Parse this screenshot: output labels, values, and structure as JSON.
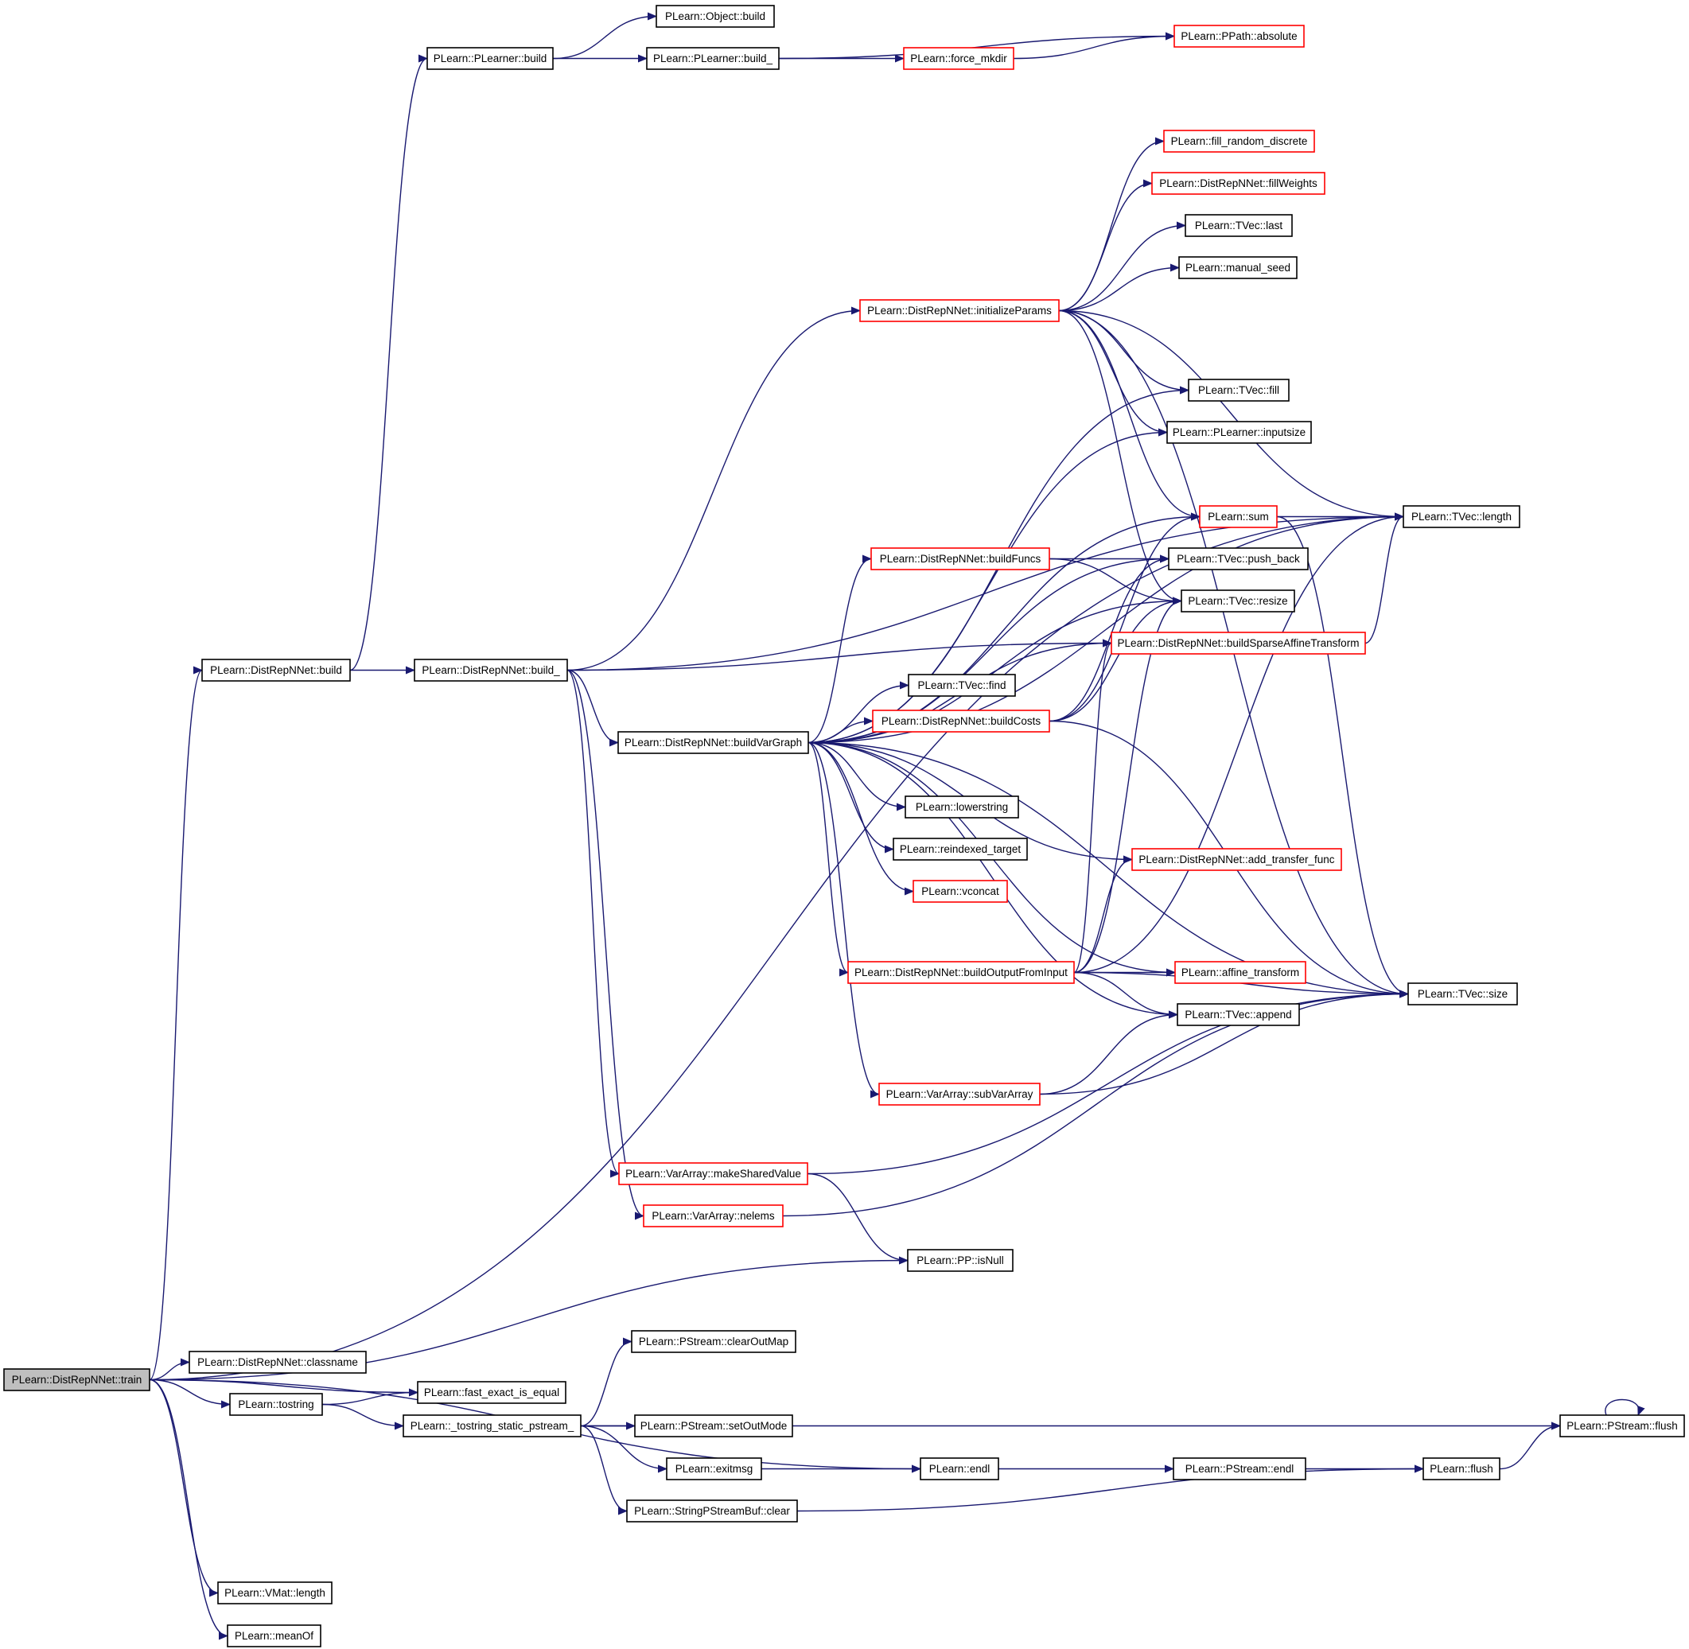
{
  "graph": {
    "edge_color": "#191970",
    "node_colors": {
      "normal_border": "#000000",
      "truncated_border": "#ff0000",
      "root_fill": "#bfbfbf"
    },
    "nodes": [
      {
        "id": "train",
        "label": "PLearn::DistRepNNet::train",
        "style": "root"
      },
      {
        "id": "dbuild",
        "label": "PLearn::DistRepNNet::build",
        "style": "normal"
      },
      {
        "id": "dbuild_",
        "label": "PLearn::DistRepNNet::build_",
        "style": "normal"
      },
      {
        "id": "plbuild",
        "label": "PLearn::PLearner::build",
        "style": "normal"
      },
      {
        "id": "objbuild",
        "label": "PLearn::Object::build",
        "style": "normal"
      },
      {
        "id": "plbuild_",
        "label": "PLearn::PLearner::build_",
        "style": "normal"
      },
      {
        "id": "forcemkdir",
        "label": "PLearn::force_mkdir",
        "style": "red"
      },
      {
        "id": "ppath",
        "label": "PLearn::PPath::absolute",
        "style": "red"
      },
      {
        "id": "fillrd",
        "label": "PLearn::fill_random_discrete",
        "style": "red"
      },
      {
        "id": "fillw",
        "label": "PLearn::DistRepNNet::fillWeights",
        "style": "red"
      },
      {
        "id": "tlast",
        "label": "PLearn::TVec::last",
        "style": "normal"
      },
      {
        "id": "mseed",
        "label": "PLearn::manual_seed",
        "style": "normal"
      },
      {
        "id": "initp",
        "label": "PLearn::DistRepNNet::initializeParams",
        "style": "red"
      },
      {
        "id": "tfill",
        "label": "PLearn::TVec::fill",
        "style": "normal"
      },
      {
        "id": "inputsize",
        "label": "PLearn::PLearner::inputsize",
        "style": "normal"
      },
      {
        "id": "sum",
        "label": "PLearn::sum",
        "style": "red"
      },
      {
        "id": "tlength",
        "label": "PLearn::TVec::length",
        "style": "normal"
      },
      {
        "id": "buildfuncs",
        "label": "PLearn::DistRepNNet::buildFuncs",
        "style": "red"
      },
      {
        "id": "pushback",
        "label": "PLearn::TVec::push_back",
        "style": "normal"
      },
      {
        "id": "resize",
        "label": "PLearn::TVec::resize",
        "style": "normal"
      },
      {
        "id": "bsat",
        "label": "PLearn::DistRepNNet::buildSparseAffineTransform",
        "style": "red"
      },
      {
        "id": "tfind",
        "label": "PLearn::TVec::find",
        "style": "normal"
      },
      {
        "id": "buildcosts",
        "label": "PLearn::DistRepNNet::buildCosts",
        "style": "red"
      },
      {
        "id": "bvg",
        "label": "PLearn::DistRepNNet::buildVarGraph",
        "style": "normal"
      },
      {
        "id": "lowers",
        "label": "PLearn::lowerstring",
        "style": "normal"
      },
      {
        "id": "reidx",
        "label": "PLearn::reindexed_target",
        "style": "normal"
      },
      {
        "id": "vconcat",
        "label": "PLearn::vconcat",
        "style": "red"
      },
      {
        "id": "addtf",
        "label": "PLearn::DistRepNNet::add_transfer_func",
        "style": "red"
      },
      {
        "id": "bofi",
        "label": "PLearn::DistRepNNet::buildOutputFromInput",
        "style": "red"
      },
      {
        "id": "affine",
        "label": "PLearn::affine_transform",
        "style": "red"
      },
      {
        "id": "tsize",
        "label": "PLearn::TVec::size",
        "style": "normal"
      },
      {
        "id": "tappend",
        "label": "PLearn::TVec::append",
        "style": "normal"
      },
      {
        "id": "subva",
        "label": "PLearn::VarArray::subVarArray",
        "style": "red"
      },
      {
        "id": "msv",
        "label": "PLearn::VarArray::makeSharedValue",
        "style": "red"
      },
      {
        "id": "nelems",
        "label": "PLearn::VarArray::nelems",
        "style": "red"
      },
      {
        "id": "isnull",
        "label": "PLearn::PP::isNull",
        "style": "normal"
      },
      {
        "id": "classname",
        "label": "PLearn::DistRepNNet::classname",
        "style": "normal"
      },
      {
        "id": "fastexact",
        "label": "PLearn::fast_exact_is_equal",
        "style": "normal"
      },
      {
        "id": "tostring",
        "label": "PLearn::tostring",
        "style": "normal"
      },
      {
        "id": "clearout",
        "label": "PLearn::PStream::clearOutMap",
        "style": "normal"
      },
      {
        "id": "tsp",
        "label": "PLearn::_tostring_static_pstream_",
        "style": "normal"
      },
      {
        "id": "setout",
        "label": "PLearn::PStream::setOutMode",
        "style": "normal"
      },
      {
        "id": "psflush",
        "label": "PLearn::PStream::flush",
        "style": "normal"
      },
      {
        "id": "exitmsg",
        "label": "PLearn::exitmsg",
        "style": "normal"
      },
      {
        "id": "endl",
        "label": "PLearn::endl",
        "style": "normal"
      },
      {
        "id": "psendl",
        "label": "PLearn::PStream::endl",
        "style": "normal"
      },
      {
        "id": "flush",
        "label": "PLearn::flush",
        "style": "normal"
      },
      {
        "id": "spsbclear",
        "label": "PLearn::StringPStreamBuf::clear",
        "style": "normal"
      },
      {
        "id": "vmlength",
        "label": "PLearn::VMat::length",
        "style": "normal"
      },
      {
        "id": "meanof",
        "label": "PLearn::meanOf",
        "style": "normal"
      }
    ],
    "edges": [
      [
        "train",
        "dbuild"
      ],
      [
        "train",
        "isnull"
      ],
      [
        "train",
        "tlength"
      ],
      [
        "train",
        "classname"
      ],
      [
        "train",
        "fastexact"
      ],
      [
        "train",
        "tostring"
      ],
      [
        "train",
        "endl"
      ],
      [
        "train",
        "vmlength"
      ],
      [
        "train",
        "meanof"
      ],
      [
        "dbuild",
        "plbuild"
      ],
      [
        "dbuild",
        "dbuild_"
      ],
      [
        "plbuild",
        "objbuild"
      ],
      [
        "plbuild",
        "plbuild_"
      ],
      [
        "plbuild_",
        "ppath"
      ],
      [
        "plbuild_",
        "forcemkdir"
      ],
      [
        "forcemkdir",
        "ppath"
      ],
      [
        "dbuild_",
        "tlength"
      ],
      [
        "dbuild_",
        "initp"
      ],
      [
        "dbuild_",
        "bsat"
      ],
      [
        "dbuild_",
        "bvg"
      ],
      [
        "dbuild_",
        "msv"
      ],
      [
        "dbuild_",
        "nelems"
      ],
      [
        "initp",
        "fillrd"
      ],
      [
        "initp",
        "fillw"
      ],
      [
        "initp",
        "tlast"
      ],
      [
        "initp",
        "mseed"
      ],
      [
        "initp",
        "tlength"
      ],
      [
        "initp",
        "tfill"
      ],
      [
        "initp",
        "inputsize"
      ],
      [
        "initp",
        "sum"
      ],
      [
        "initp",
        "resize"
      ],
      [
        "initp",
        "tsize"
      ],
      [
        "bvg",
        "tfill"
      ],
      [
        "bvg",
        "inputsize"
      ],
      [
        "bvg",
        "tlength"
      ],
      [
        "bvg",
        "sum"
      ],
      [
        "bvg",
        "pushback"
      ],
      [
        "bvg",
        "buildfuncs"
      ],
      [
        "bvg",
        "resize"
      ],
      [
        "bvg",
        "bsat"
      ],
      [
        "bvg",
        "tfind"
      ],
      [
        "bvg",
        "buildcosts"
      ],
      [
        "bvg",
        "lowers"
      ],
      [
        "bvg",
        "reidx"
      ],
      [
        "bvg",
        "vconcat"
      ],
      [
        "bvg",
        "addtf"
      ],
      [
        "bvg",
        "bofi"
      ],
      [
        "bvg",
        "affine"
      ],
      [
        "bvg",
        "tappend"
      ],
      [
        "bvg",
        "subva"
      ],
      [
        "bvg",
        "tsize"
      ],
      [
        "buildfuncs",
        "pushback"
      ],
      [
        "buildfuncs",
        "resize"
      ],
      [
        "buildcosts",
        "sum"
      ],
      [
        "buildcosts",
        "pushback"
      ],
      [
        "buildcosts",
        "resize"
      ],
      [
        "buildcosts",
        "tsize"
      ],
      [
        "sum",
        "tlength"
      ],
      [
        "sum",
        "tsize"
      ],
      [
        "bsat",
        "tlength"
      ],
      [
        "bofi",
        "resize"
      ],
      [
        "bofi",
        "bsat"
      ],
      [
        "bofi",
        "addtf"
      ],
      [
        "bofi",
        "affine"
      ],
      [
        "bofi",
        "tappend"
      ],
      [
        "bofi",
        "tsize"
      ],
      [
        "bofi",
        "tlength"
      ],
      [
        "subva",
        "tappend"
      ],
      [
        "subva",
        "tsize"
      ],
      [
        "msv",
        "tsize"
      ],
      [
        "msv",
        "isnull"
      ],
      [
        "nelems",
        "tsize"
      ],
      [
        "tostring",
        "fastexact"
      ],
      [
        "tostring",
        "tsp"
      ],
      [
        "tsp",
        "clearout"
      ],
      [
        "tsp",
        "setout"
      ],
      [
        "tsp",
        "psflush"
      ],
      [
        "tsp",
        "exitmsg"
      ],
      [
        "tsp",
        "spsbclear"
      ],
      [
        "exitmsg",
        "endl"
      ],
      [
        "endl",
        "psendl"
      ],
      [
        "psendl",
        "flush"
      ],
      [
        "flush",
        "psflush"
      ],
      [
        "psflush",
        "psflush"
      ],
      [
        "spsbclear",
        "flush"
      ]
    ]
  }
}
